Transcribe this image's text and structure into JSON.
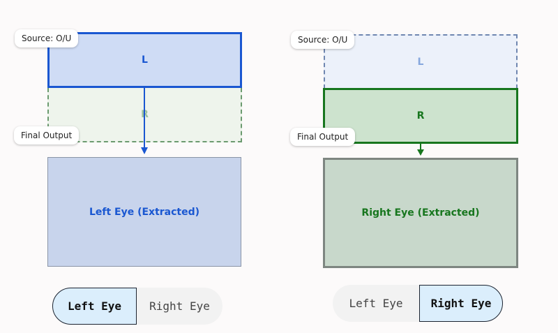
{
  "left_panel": {
    "source_tag": "Source: O/U",
    "top_box": "L",
    "bottom_box": "R",
    "output_tag": "Final Output",
    "output_box": "Left Eye (Extracted)",
    "toggle": {
      "option_a": "Left Eye",
      "option_b": "Right Eye",
      "selected": "Left Eye"
    }
  },
  "right_panel": {
    "source_tag": "Source: O/U",
    "top_box": "L",
    "bottom_box": "R",
    "output_tag": "Final Output",
    "output_box": "Right Eye (Extracted)",
    "toggle": {
      "option_a": "Left Eye",
      "option_b": "Right Eye",
      "selected": "Right Eye"
    }
  },
  "colors": {
    "left_accent": "#1a57d1",
    "right_accent": "#17761e"
  }
}
